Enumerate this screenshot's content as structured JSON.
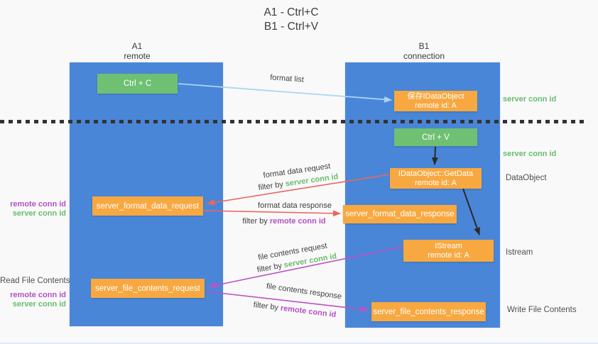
{
  "title": {
    "line1": "A1 - Ctrl+C",
    "line2": "B1 - Ctrl+V"
  },
  "columns": {
    "a1": {
      "id": "A1",
      "role": "remote"
    },
    "b1": {
      "id": "B1",
      "role": "connection"
    }
  },
  "nodes": {
    "ctrl_c": {
      "label": "Ctrl + C"
    },
    "save_dataobject": {
      "line1": "保存IDataObject",
      "line2": "remote id: A"
    },
    "ctrl_v": {
      "label": "Ctrl + V"
    },
    "getdata": {
      "line1": "IDataObject::GetData",
      "line2": "remote id: A"
    },
    "server_format_data_request": {
      "label": "server_format_data_request"
    },
    "server_format_data_response": {
      "label": "server_format_data_response"
    },
    "istream": {
      "line1": "IStream",
      "line2": "remote id: A"
    },
    "server_file_contents_request": {
      "label": "server_file_contents_request"
    },
    "server_file_contents_response": {
      "label": "server_file_contents_response"
    }
  },
  "flow_labels": {
    "format_list": "format list",
    "format_data_request": "format data request",
    "format_data_response": "format data response",
    "file_contents_request": "file contents request",
    "file_contents_response": "file contents response",
    "filter_by": "filter by"
  },
  "side_labels": {
    "server_conn_id": "server conn id",
    "remote_conn_id": "remote conn id",
    "dataobject": "DataObject",
    "istream": "Istream",
    "read_file_contents": "Read File Contents",
    "write_file_contents": "Write File Contents"
  },
  "colors": {
    "column_blue": "#4a86d8",
    "node_green": "#6fc072",
    "node_orange": "#f7a840",
    "arrow_light_blue": "#a9d5f0",
    "arrow_red": "#e8685c",
    "arrow_magenta": "#bf50c6",
    "arrow_black": "#2b2b2b",
    "text_green": "#67bd6b",
    "text_purple": "#b44fc6",
    "background": "#f9f9f9"
  }
}
